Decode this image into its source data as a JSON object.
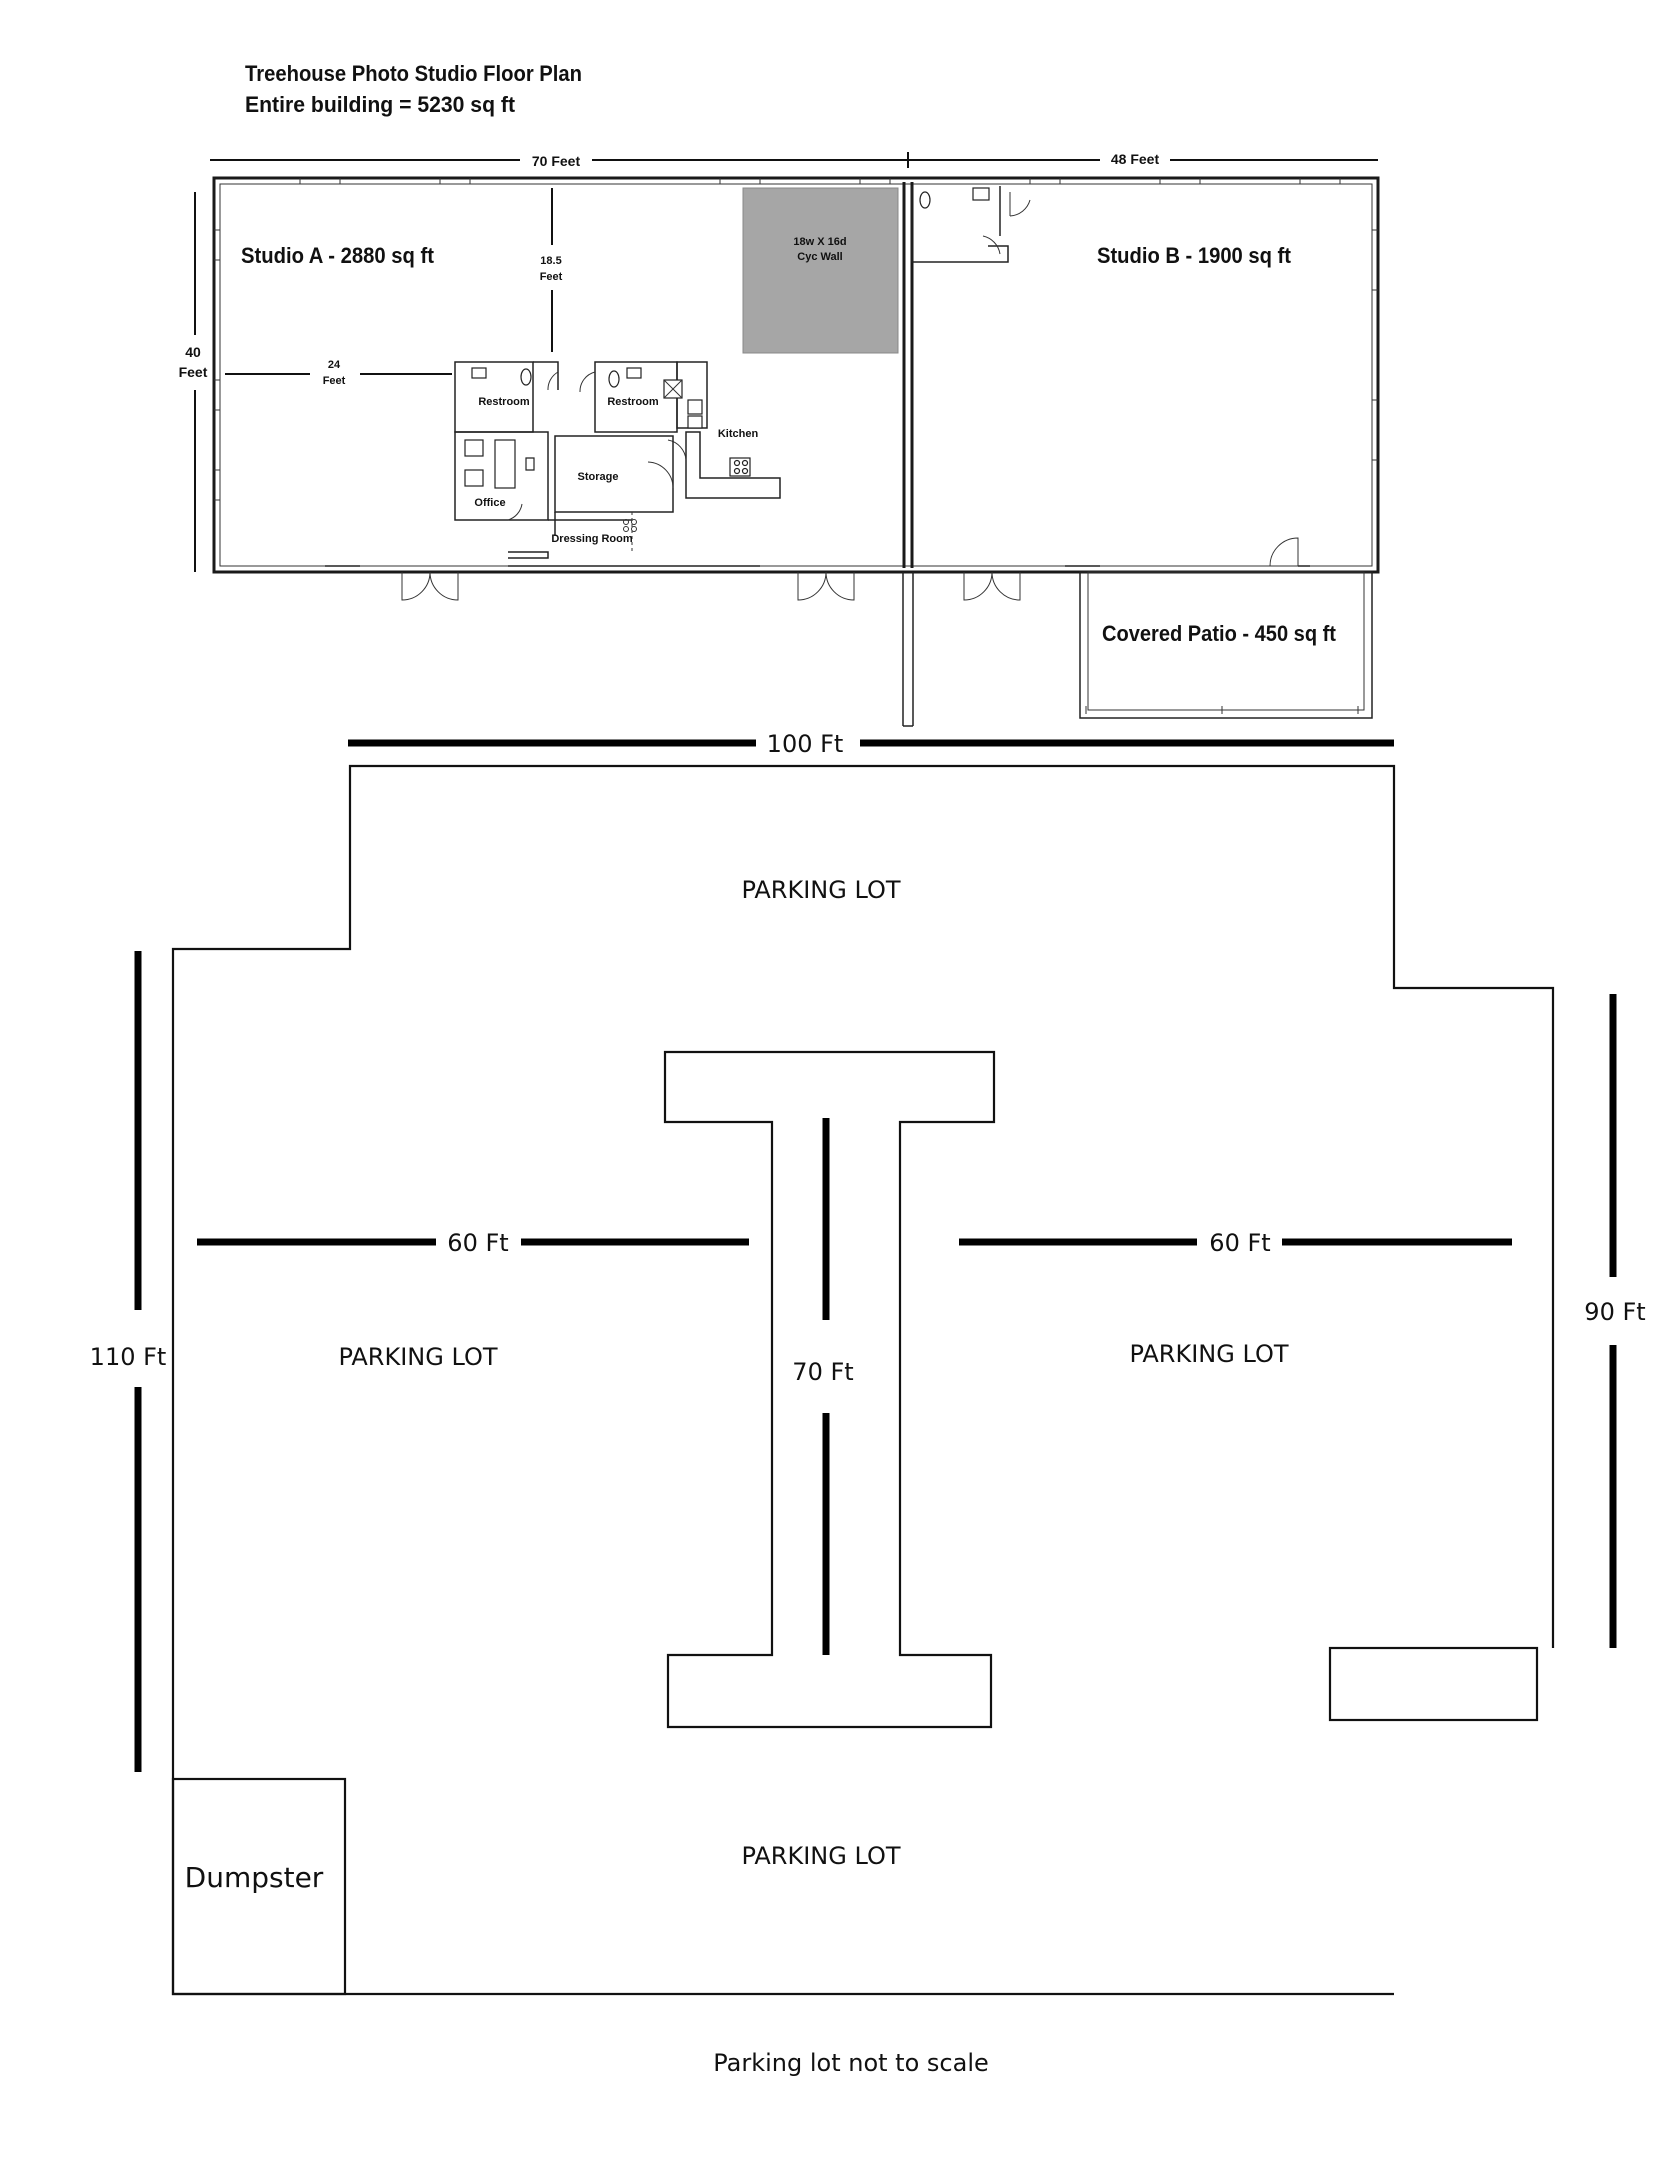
{
  "floor_plan": {
    "title": "Treehouse Photo Studio Floor Plan",
    "subtitle": "Entire building = 5230 sq ft",
    "dims": {
      "top_left": "70 Feet",
      "top_right": "48 Feet",
      "side_height_line1": "40",
      "side_height_line2": "Feet",
      "inner_vertical_line1": "18.5",
      "inner_vertical_line2": "Feet",
      "inner_horizontal_line1": "24",
      "inner_horizontal_line2": "Feet"
    },
    "rooms": {
      "studio_a": "Studio A - 2880 sq ft",
      "studio_b": "Studio B - 1900 sq ft",
      "covered_patio": "Covered Patio - 450 sq ft",
      "cyc_wall_line1": "18w X 16d",
      "cyc_wall_line2": "Cyc Wall",
      "restroom_1": "Restroom",
      "restroom_2": "Restroom",
      "kitchen": "Kitchen",
      "storage": "Storage",
      "office": "Office",
      "dressing_room": "Dressing Room"
    },
    "colors": {
      "cyc_wall": "#a6a6a6",
      "walls": "#1a1a1a"
    }
  },
  "parking": {
    "dims": {
      "top_width": "100 Ft",
      "left_height": "110 Ft",
      "right_height": "90 Ft",
      "left_width": "60 Ft",
      "right_width": "60 Ft",
      "center_length": "70 Ft"
    },
    "labels": {
      "top": "PARKING LOT",
      "left": "PARKING LOT",
      "right": "PARKING LOT",
      "bottom": "PARKING LOT",
      "dumpster": "Dumpster"
    },
    "note": "Parking lot not to scale"
  }
}
